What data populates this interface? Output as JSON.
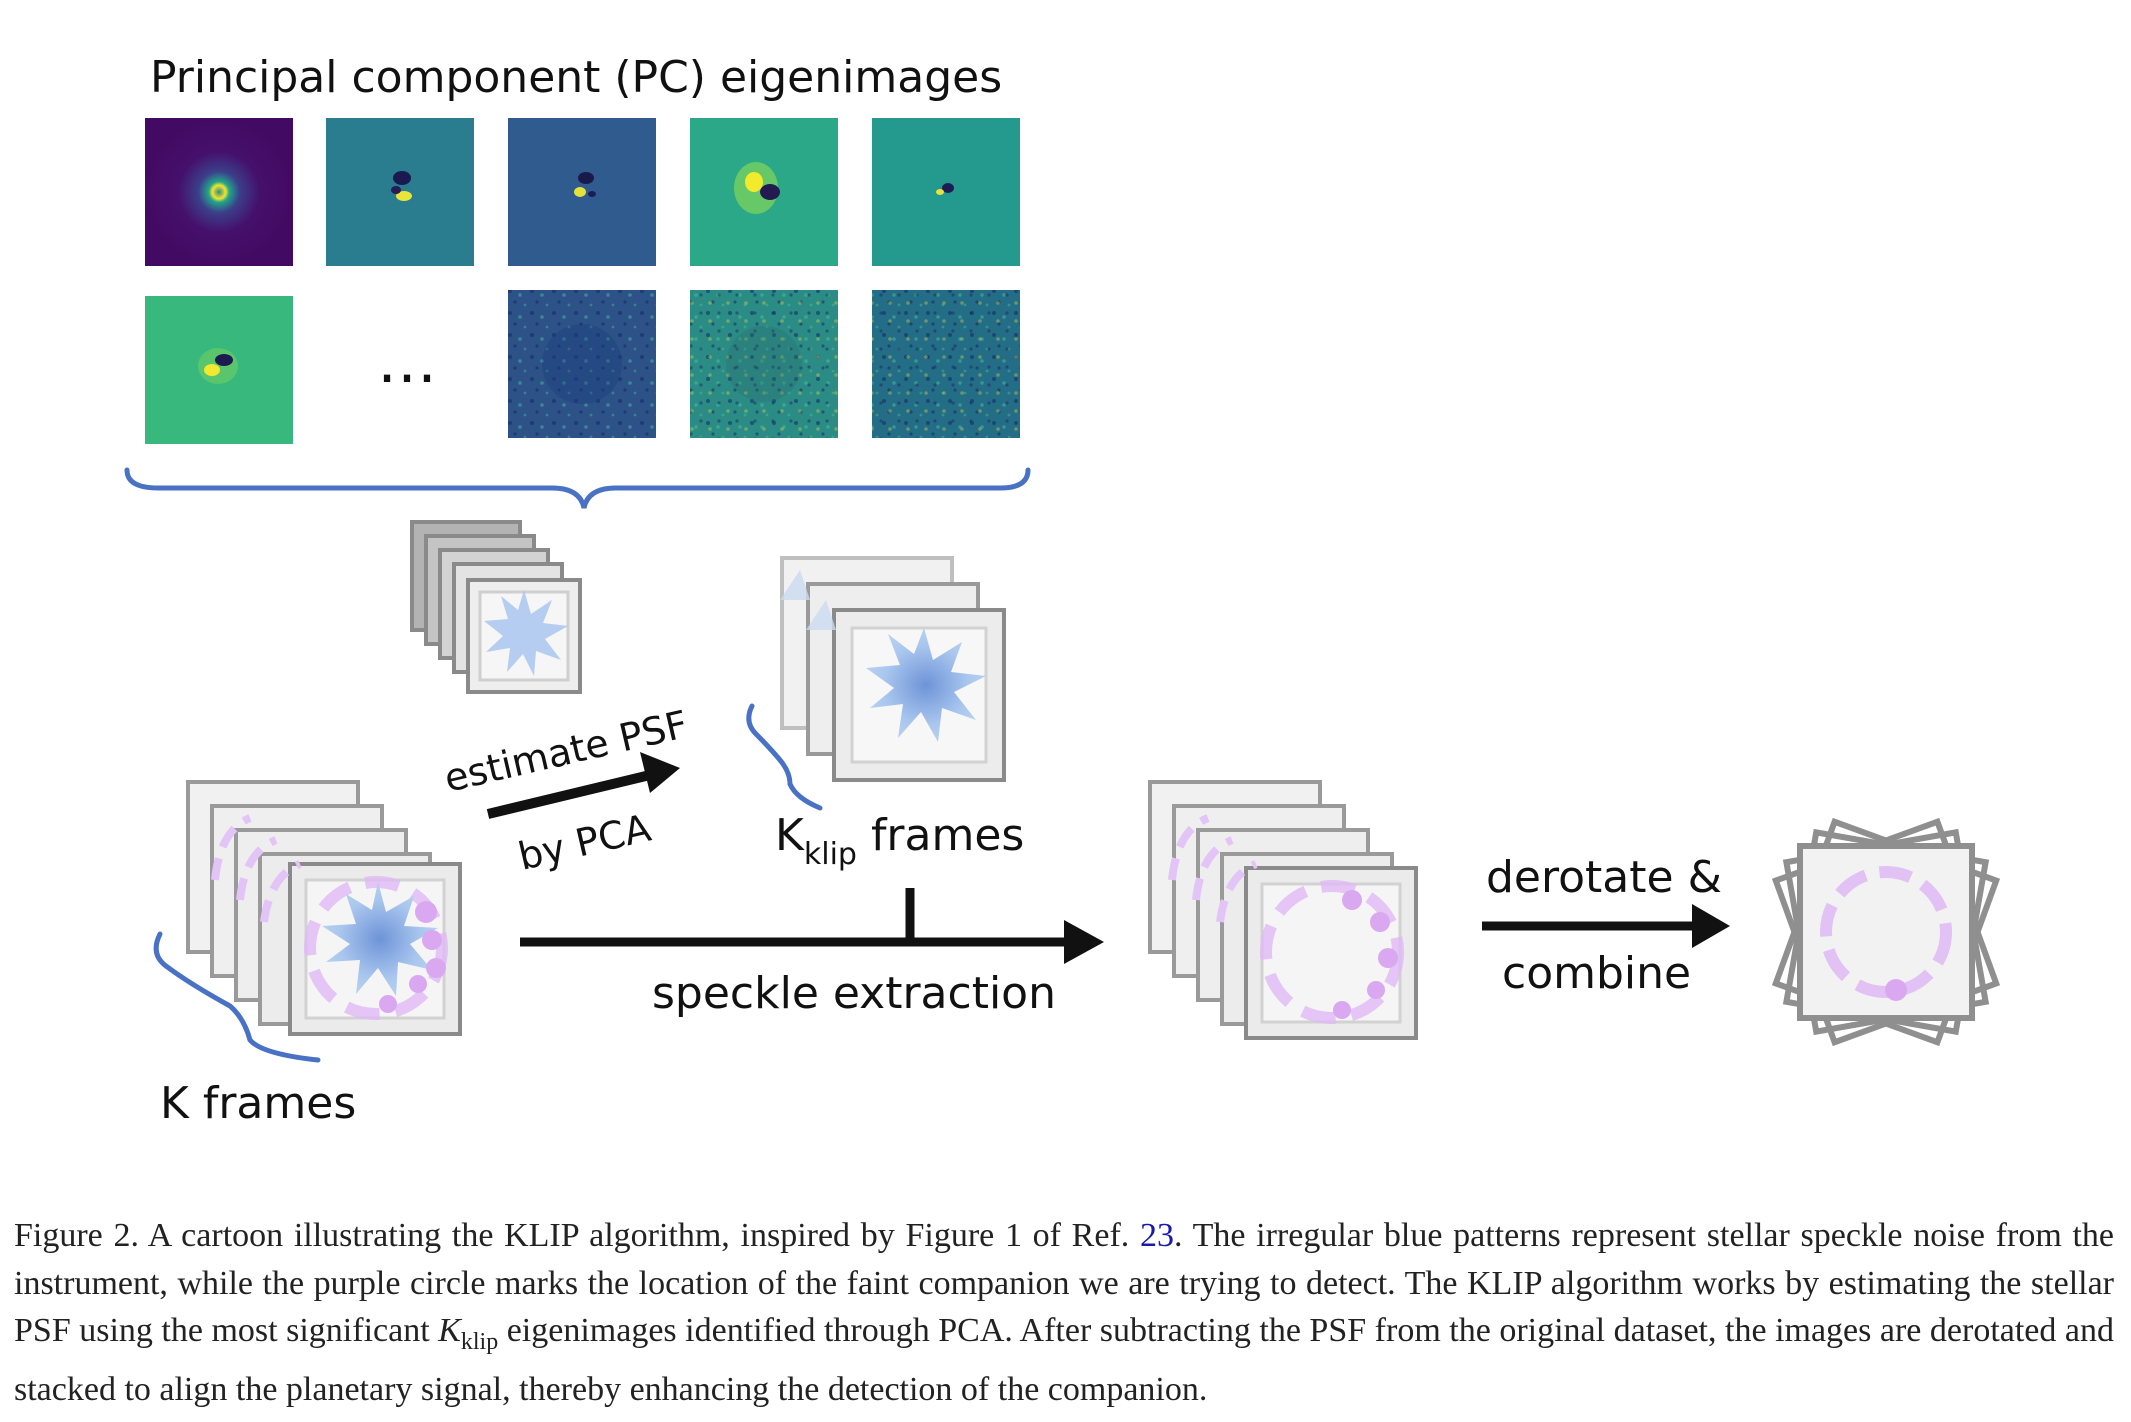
{
  "diagram": {
    "pc_title": "Principal component (PC) eigenimages",
    "ellipsis": "…",
    "estimate_line1": "estimate PSF",
    "estimate_line2": "by PCA",
    "kklip_K": "K",
    "kklip_sub": "klip",
    "kklip_rest": " frames",
    "speckle_label": "speckle extraction",
    "derotate_line1": "derotate &",
    "derotate_line2": "combine",
    "k_frames_label": "K frames",
    "eigenimage_icons": [
      "pc-airy-ring",
      "pc-lobe",
      "pc-lobe",
      "pc-lobe",
      "pc-lobe",
      "pc-lobe",
      "pc-speckle-noise",
      "pc-speckle-noise",
      "pc-speckle-noise"
    ],
    "colors": {
      "speckle_blue": "#9ec1ea",
      "companion_purple": "#d9a8f0",
      "brace_blue": "#4a72c4",
      "frame_gray": "#8f8f8f"
    }
  },
  "caption": {
    "part1": "Figure 2. A cartoon illustrating the KLIP algorithm, inspired by Figure 1 of Ref. ",
    "ref": "23",
    "part2": ". The irregular blue patterns represent stellar speckle noise from the instrument, while the purple circle marks the location of the faint companion we are trying to detect. The KLIP algorithm works by estimating the stellar PSF using the most significant ",
    "math_K": "K",
    "math_sub": "klip",
    "part3": " eigenimages identified through PCA. After subtracting the PSF from the original dataset, the images are derotated and stacked to align the planetary signal, thereby enhancing the detection of the companion."
  }
}
